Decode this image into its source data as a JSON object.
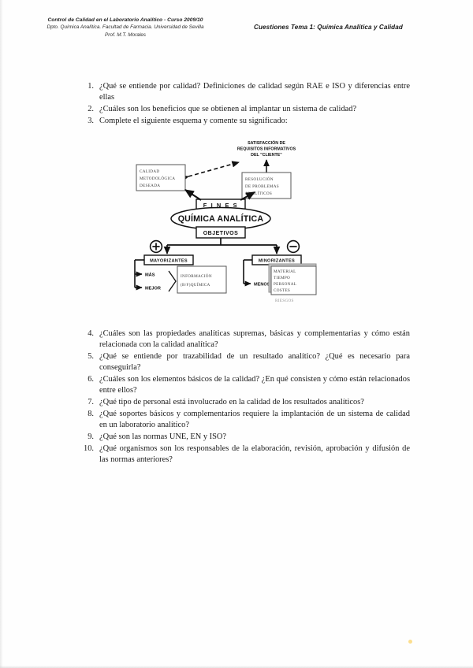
{
  "header": {
    "left_line1": "Control de Calidad en el Laboratorio Analítico - Curso 2009/10",
    "left_line2": "Dpto. Química Analítica. Facultad de Farmacia. Universidad de  Sevilla",
    "left_line3": "Prof. M.T. Morales",
    "right_title": "Cuestiones Tema 1: Química Analítica y Calidad"
  },
  "questions_top": [
    {
      "number": "1.",
      "text": "¿Qué se entiende por calidad? Definiciones de calidad según RAE e ISO y diferencias entre ellas"
    },
    {
      "number": "2.",
      "text": "¿Cuáles son los beneficios que se obtienen al implantar un sistema de calidad?"
    },
    {
      "number": "3.",
      "text": "Complete el siguiente esquema y comente su significado:"
    }
  ],
  "questions_bottom": [
    {
      "number": "4.",
      "text": "¿Cuáles son las propiedades analíticas supremas, básicas y complementarias y cómo están relacionada con la calidad analítica?"
    },
    {
      "number": "5.",
      "text": "¿Qué se entiende por trazabilidad de un resultado analítico? ¿Qué es necesario para conseguirla?"
    },
    {
      "number": "6.",
      "text": "¿Cuáles son los elementos básicos de la calidad? ¿En qué consisten y cómo están relacionados entre ellos?"
    },
    {
      "number": "7.",
      "text": "¿Qué tipo de personal está involucrado en la calidad de los resultados analíticos?"
    },
    {
      "number": "8.",
      "text": "¿Qué soportes básicos y complementarios requiere la implantación de un sistema de calidad en un laboratorio analítico?"
    },
    {
      "number": "9.",
      "text": "¿Qué son las normas UNE, EN y ISO?"
    },
    {
      "number": "10.",
      "text": "¿Qué organismos son los responsables de la elaboración, revisión, aprobación y difusión de las normas anteriores?"
    }
  ],
  "diagram": {
    "center_oval": "QUÍMICA ANALÍTICA",
    "node_fines": "F I N E S",
    "node_objetivos": "OBJETIVOS",
    "node_mayorizantes": "MAYORIZANTES",
    "node_minorizantes": "MINORIZANTES",
    "plus_sign": "+",
    "minus_sign": "−",
    "label_mas": "MÁS",
    "label_mejor": "MEJOR",
    "label_menos": "MENOS",
    "caption_cliente_l1": "SATISFACCIÓN DE",
    "caption_cliente_l2": "REQUISITOS INFORMATIVOS",
    "caption_cliente_l3": "DEL \"CLIENTE\"",
    "handwritten_top_left": [
      "CALIDAD",
      "METODOLÓGICA",
      "DESEADA"
    ],
    "handwritten_top_right": [
      "RESOLUCIÓN",
      "DE PROBLEMAS",
      "ANALÍTICOS"
    ],
    "handwritten_bottom_left": [
      "INFORMACIÓN",
      "(B/F)QUÍMICA"
    ],
    "handwritten_bottom_right": [
      "MATERIAL",
      "TIEMPO",
      "PERSONAL",
      "COSTES"
    ],
    "handwritten_below_right": "RIESGOS"
  },
  "colors": {
    "ink": "#1a1a1a",
    "handwriting": "#3b3b3b",
    "paper": "#fefefe"
  }
}
